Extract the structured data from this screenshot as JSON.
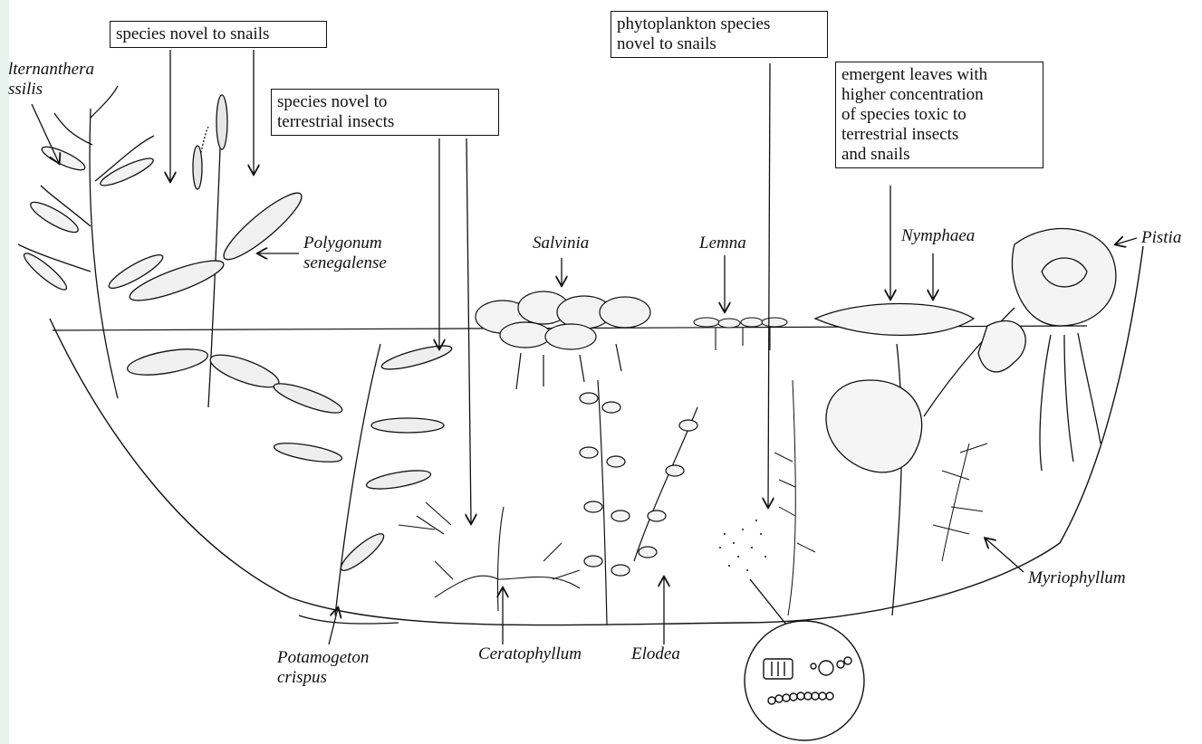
{
  "boxes": {
    "novel_snails": "species novel to snails",
    "novel_insects": "species novel to\nterrestrial insects",
    "phytoplankton": "phytoplankton species\nnovel to snails",
    "emergent": "emergent leaves with\nhigher concentration\nof species toxic to\nterrestrial insects\nand snails"
  },
  "species": {
    "alternanthera": "lternanthera\nssilis",
    "polygonum": "Polygonum\nsenegalense",
    "salvinia": "Salvinia",
    "lemna": "Lemna",
    "nymphaea": "Nymphaea",
    "pistia": "Pistia",
    "myriophyllum": "Myriophyllum",
    "potamogeton": "Potamogeton\ncrispus",
    "ceratophyllum": "Ceratophyllum",
    "elodea": "Elodea"
  },
  "colors": {
    "ink": "#111111",
    "background": "#ffffff",
    "edge_tint": "#e8f3ee"
  }
}
